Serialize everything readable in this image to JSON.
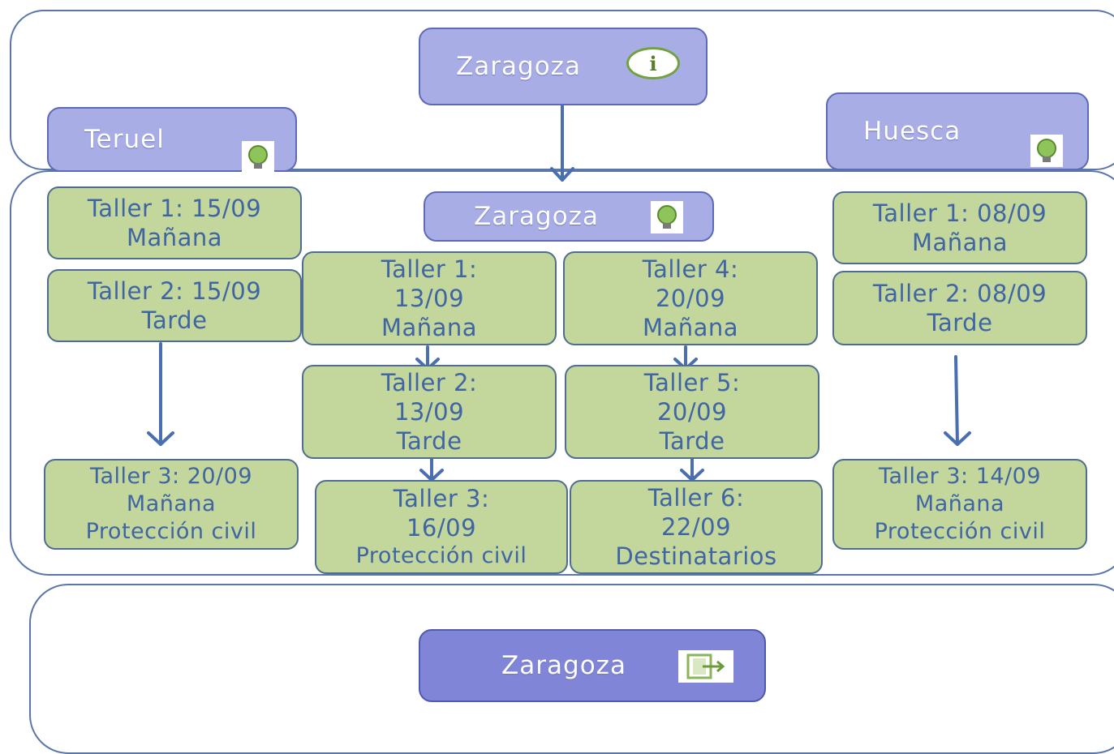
{
  "top": {
    "zaragoza": {
      "label": "Zaragoza",
      "icon": "info-icon",
      "icon_text": "i"
    },
    "teruel": {
      "label": "Teruel",
      "icon": "lightbulb-icon"
    },
    "huesca": {
      "label": "Huesca",
      "icon": "lightbulb-icon"
    }
  },
  "middle": {
    "zaragoza": {
      "label": "Zaragoza",
      "icon": "lightbulb-icon"
    },
    "teruel": [
      {
        "line1": "Taller 1: 15/09",
        "line2": "Mañana"
      },
      {
        "line1": "Taller 2: 15/09",
        "line2": "Tarde"
      },
      {
        "line1": "Taller 3: 20/09",
        "line2": "Mañana",
        "line3": "Protección civil"
      }
    ],
    "zaragoza_col1": [
      {
        "line1": "Taller 1:",
        "line2": "13/09",
        "line3": "Mañana"
      },
      {
        "line1": "Taller 2:",
        "line2": "13/09",
        "line3": "Tarde"
      },
      {
        "line1": "Taller 3:",
        "line2": "16/09",
        "line3": "Protección civil"
      }
    ],
    "zaragoza_col2": [
      {
        "line1": "Taller 4:",
        "line2": "20/09",
        "line3": "Mañana"
      },
      {
        "line1": "Taller 5:",
        "line2": "20/09",
        "line3": "Tarde"
      },
      {
        "line1": "Taller 6:",
        "line2": "22/09",
        "line3": "Destinatarios"
      }
    ],
    "huesca": [
      {
        "line1": "Taller 1: 08/09",
        "line2": "Mañana"
      },
      {
        "line1": "Taller 2: 08/09",
        "line2": "Tarde"
      },
      {
        "line1": "Taller 3: 14/09",
        "line2": "Mañana",
        "line3": "Protección civil"
      }
    ]
  },
  "bottom": {
    "zaragoza": {
      "label": "Zaragoza",
      "icon": "exit-icon"
    }
  },
  "colors": {
    "blue_box": "#a9ade6",
    "blue_box_dark": "#8085d8",
    "green_box": "#c3d69b",
    "green_text": "#3f65a4",
    "border": "#5b76a8",
    "arrow": "#4a6fb0"
  }
}
